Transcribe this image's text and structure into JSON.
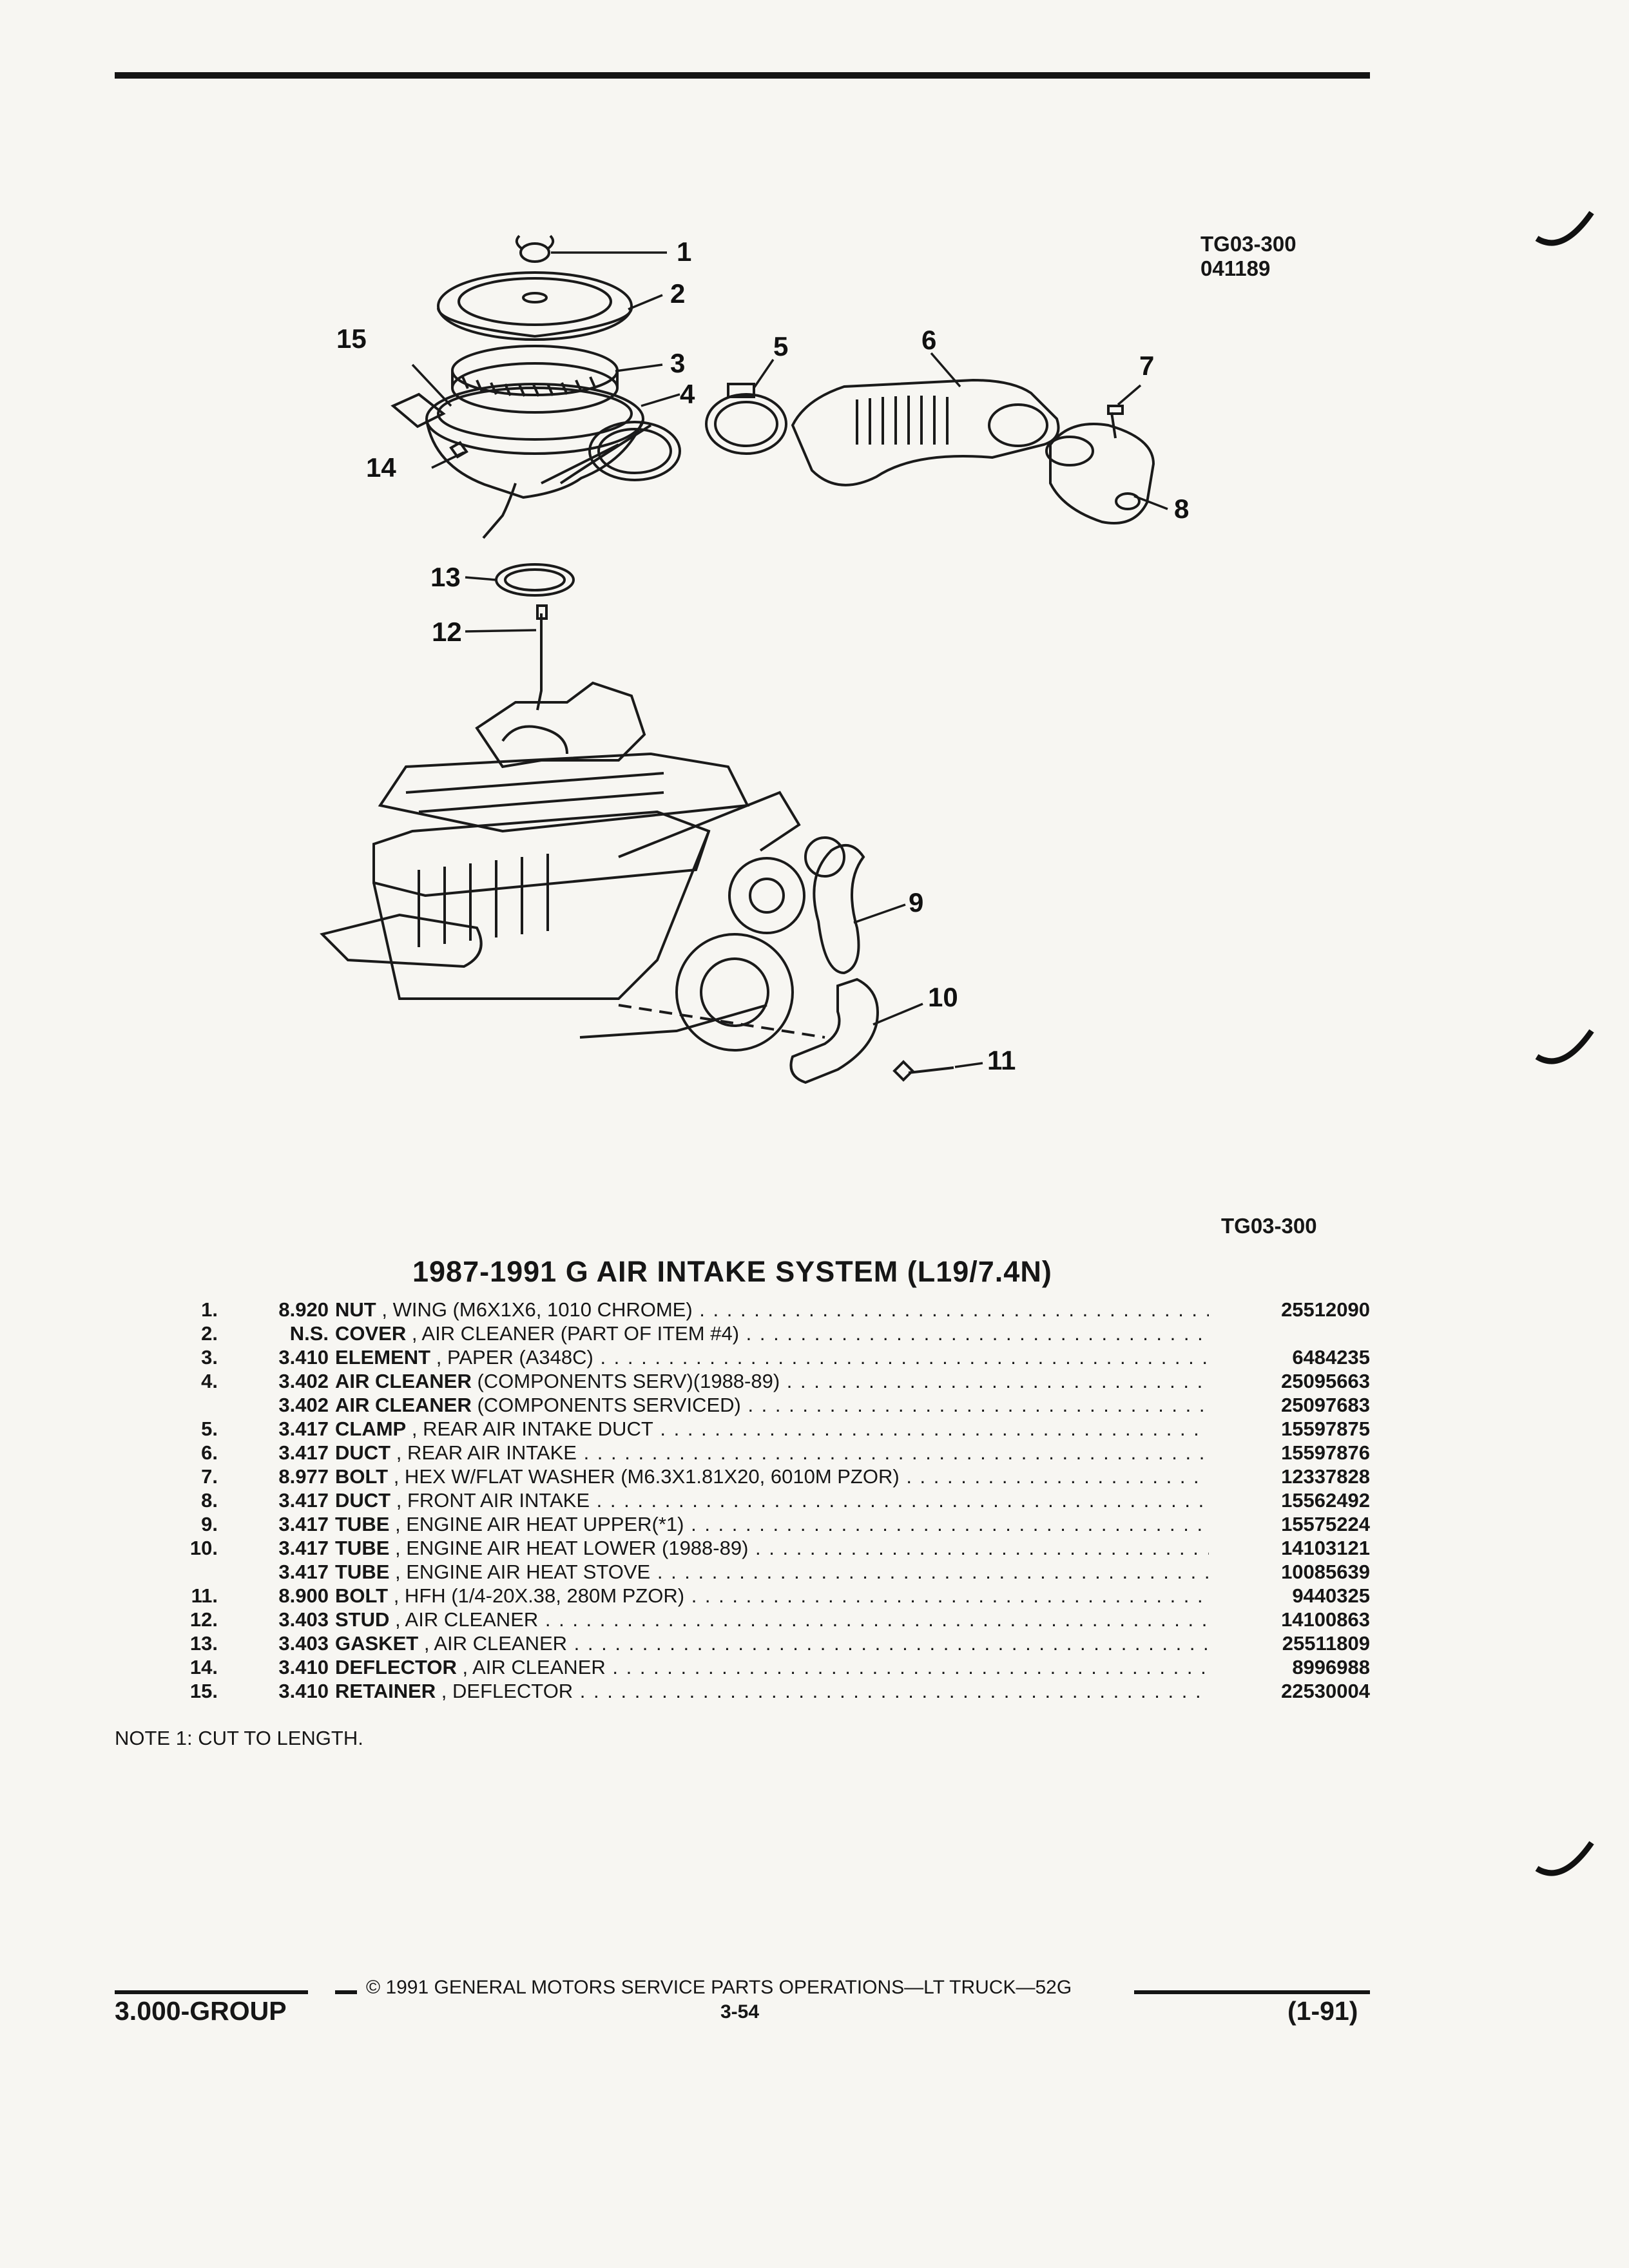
{
  "figure": {
    "id_line1": "TG03-300",
    "id_line2": "041189",
    "ref": "TG03-300"
  },
  "diagram": {
    "callouts": [
      "1",
      "2",
      "3",
      "4",
      "5",
      "6",
      "7",
      "8",
      "9",
      "10",
      "11",
      "12",
      "13",
      "14",
      "15"
    ]
  },
  "parts": {
    "title": "1987-1991 G AIR INTAKE SYSTEM (L19/7.4N)",
    "rows": [
      {
        "num": "1.",
        "grp": "8.920",
        "name": "NUT",
        "desc": ", WING (M6X1X6, 1010 CHROME)",
        "partno": "25512090"
      },
      {
        "num": "2.",
        "grp": "N.S.",
        "name": "COVER",
        "desc": ", AIR CLEANER (PART OF ITEM #4)",
        "partno": ""
      },
      {
        "num": "3.",
        "grp": "3.410",
        "name": "ELEMENT",
        "desc": ", PAPER (A348C)",
        "partno": "6484235"
      },
      {
        "num": "4.",
        "grp": "3.402",
        "name": "AIR CLEANER",
        "desc": "(COMPONENTS SERV)(1988-89)",
        "partno": "25095663"
      },
      {
        "num": "",
        "grp": "3.402",
        "name": "AIR CLEANER",
        "desc": "(COMPONENTS SERVICED)",
        "partno": "25097683"
      },
      {
        "num": "5.",
        "grp": "3.417",
        "name": "CLAMP",
        "desc": ", REAR AIR INTAKE DUCT",
        "partno": "15597875"
      },
      {
        "num": "6.",
        "grp": "3.417",
        "name": "DUCT",
        "desc": ", REAR AIR INTAKE",
        "partno": "15597876"
      },
      {
        "num": "7.",
        "grp": "8.977",
        "name": "BOLT",
        "desc": ", HEX W/FLAT WASHER (M6.3X1.81X20, 6010M PZOR)",
        "partno": "12337828"
      },
      {
        "num": "8.",
        "grp": "3.417",
        "name": "DUCT",
        "desc": ", FRONT AIR INTAKE",
        "partno": "15562492"
      },
      {
        "num": "9.",
        "grp": "3.417",
        "name": "TUBE",
        "desc": ", ENGINE AIR HEAT UPPER(*1)",
        "partno": "15575224"
      },
      {
        "num": "10.",
        "grp": "3.417",
        "name": "TUBE",
        "desc": ", ENGINE AIR HEAT LOWER (1988-89)",
        "partno": "14103121"
      },
      {
        "num": "",
        "grp": "3.417",
        "name": "TUBE",
        "desc": ", ENGINE AIR HEAT STOVE",
        "partno": "10085639"
      },
      {
        "num": "11.",
        "grp": "8.900",
        "name": "BOLT",
        "desc": ", HFH (1/4-20X.38, 280M PZOR)",
        "partno": "9440325"
      },
      {
        "num": "12.",
        "grp": "3.403",
        "name": "STUD",
        "desc": ", AIR CLEANER",
        "partno": "14100863"
      },
      {
        "num": "13.",
        "grp": "3.403",
        "name": "GASKET",
        "desc": ", AIR CLEANER",
        "partno": "25511809"
      },
      {
        "num": "14.",
        "grp": "3.410",
        "name": "DEFLECTOR",
        "desc": ", AIR CLEANER",
        "partno": "8996988"
      },
      {
        "num": "15.",
        "grp": "3.410",
        "name": "RETAINER",
        "desc": ", DEFLECTOR",
        "partno": "22530004"
      }
    ]
  },
  "note": "NOTE  1:  CUT TO LENGTH.",
  "footer": {
    "copyright": "© 1991 GENERAL MOTORS SERVICE PARTS OPERATIONS—LT TRUCK—52G",
    "group": "3.000-GROUP",
    "page": "3-54",
    "revision": "(1-91)"
  }
}
